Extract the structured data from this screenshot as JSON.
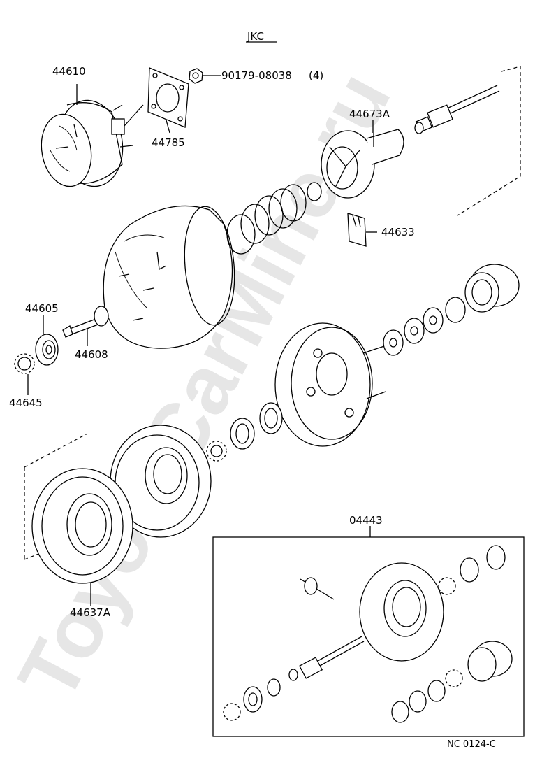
{
  "header": {
    "model_code": "JKC"
  },
  "watermark": "ToyotaCarMine.ru",
  "parts": [
    {
      "id": "p44610",
      "number": "44610"
    },
    {
      "id": "p90179",
      "number": "90179-08038",
      "qty": "(4)"
    },
    {
      "id": "p44785",
      "number": "44785"
    },
    {
      "id": "p44673A",
      "number": "44673A"
    },
    {
      "id": "p44633",
      "number": "44633"
    },
    {
      "id": "p44605",
      "number": "44605"
    },
    {
      "id": "p44608",
      "number": "44608"
    },
    {
      "id": "p44645",
      "number": "44645"
    },
    {
      "id": "p44637A",
      "number": "44637A"
    },
    {
      "id": "p04443",
      "number": "04443"
    }
  ],
  "footer": {
    "drawing_code": "NC  0124-C"
  }
}
